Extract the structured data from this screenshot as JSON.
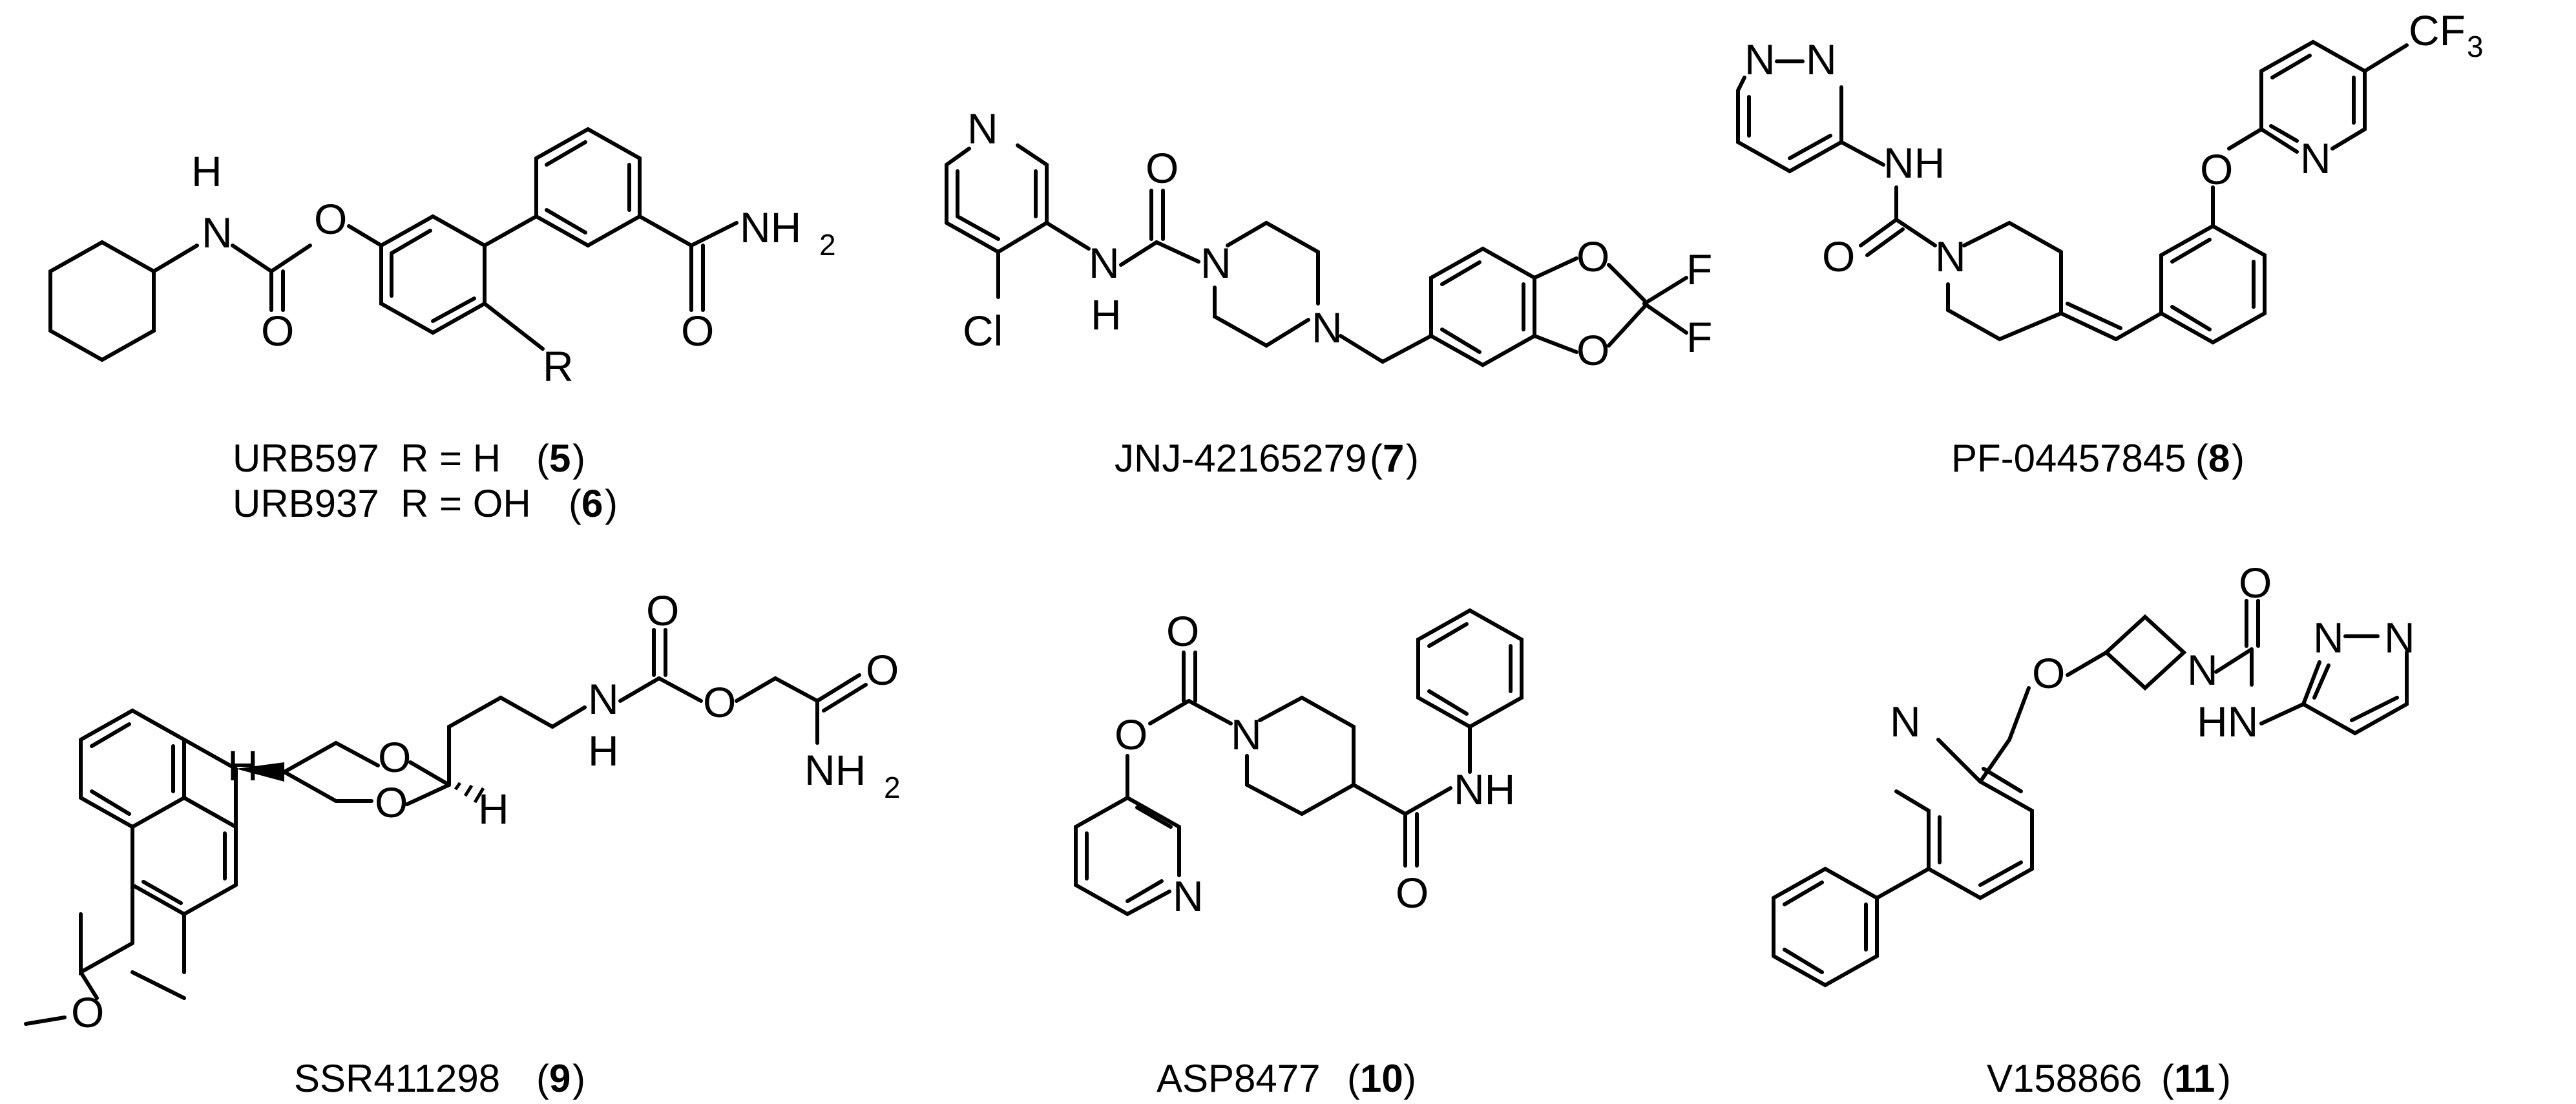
{
  "captions": {
    "c5_name": "URB597",
    "c5_r": "R = H",
    "c5_num": "5",
    "c6_name": "URB937",
    "c6_r": "R = OH",
    "c6_num": "6",
    "c7_name": "JNJ-42165279",
    "c7_num": "7",
    "c8_name": "PF-04457845",
    "c8_num": "8",
    "c9_name": "SSR411298",
    "c9_num": "9",
    "c10_name": "ASP8477",
    "c10_num": "10",
    "c11_name": "V158866",
    "c11_num": "11"
  },
  "atoms": {
    "H": "H",
    "N": "N",
    "NH": "NH",
    "HN": "HN",
    "NH2": "NH",
    "sub2": "2",
    "O": "O",
    "R": "R",
    "Cl": "Cl",
    "F": "F",
    "CF3": "CF",
    "sub3": "3"
  }
}
